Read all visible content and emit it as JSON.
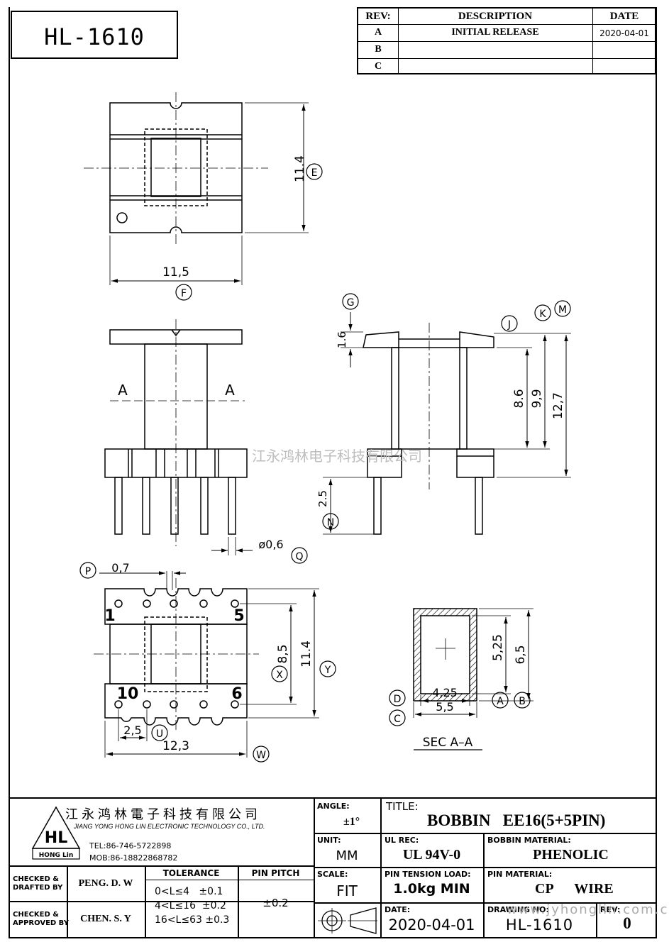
{
  "part_no": "HL-1610",
  "revision_table": {
    "headers": [
      "REV:",
      "DESCRIPTION",
      "DATE"
    ],
    "rows": [
      {
        "rev": "A",
        "description": "INITIAL  RELEASE",
        "date": "2020-04-01"
      },
      {
        "rev": "B",
        "description": "",
        "date": ""
      },
      {
        "rev": "C",
        "description": "",
        "date": ""
      }
    ]
  },
  "drawing": {
    "top_view": {
      "height_dim": "11.4",
      "height_ref": "E",
      "width_dim": "11,5",
      "width_ref": "F"
    },
    "side_view": {
      "section_left": "A",
      "section_right": "A",
      "pin_dia": "ø0,6",
      "pin_ref": "Q"
    },
    "front_view": {
      "g_dim": "1.6",
      "g_ref": "G",
      "j_ref": "J",
      "k_ref": "K",
      "m_ref": "M",
      "d1": "8.6",
      "d2": "9,9",
      "d3": "12,7",
      "pin_len": "2.5",
      "n_ref": "N"
    },
    "bottom_view": {
      "p_ref": "P",
      "p_dim": "0,7",
      "pin1": "1",
      "pin5": "5",
      "pin10": "10",
      "pin6": "6",
      "x_ref": "X",
      "x_dim": "8,5",
      "y_dim": "11.4",
      "y_ref": "Y",
      "u_dim": "2,5",
      "u_ref": "U",
      "w_dim": "12,3",
      "w_ref": "W"
    },
    "section": {
      "d1": "5,25",
      "d2": "6,5",
      "w1": "4,25",
      "w2": "5,5",
      "a_ref": "A",
      "b_ref": "B",
      "c_ref": "C",
      "d_ref": "D",
      "label": "SEC  A–A"
    },
    "watermark": "江永鸿林电子科技有限公司"
  },
  "title_block": {
    "company_cn": "江永鸿林電子科技有限公司",
    "company_en": "JIANG YONG HONG LIN ELECTRONIC TECHNOLOGY CO., LTD.",
    "logo_text": "HL",
    "logo_sub": "HONG Lin",
    "tel": "TEL:86-746-5722898",
    "mob": "MOB:86-18822868782",
    "angle_label": "ANGLE:",
    "angle_value": "±1°",
    "title_label": "TITLE:",
    "title_value": "BOBBIN   EE16(5+5PIN)",
    "unit_label": "UNIT:",
    "unit_value": "MM",
    "ul_label": "UL REC:",
    "ul_value": "UL 94V-0",
    "material_label": "BOBBIN MATERIAL:",
    "material_value": "PHENOLIC",
    "drafted_label": "CHECKED &\nDRAFTED BY",
    "drafted_value": "PENG. D. W",
    "approved_label": "CHECKED &\nAPPROVED BY",
    "approved_value": "CHEN. S. Y",
    "tolerance_label": "TOLERANCE",
    "tolerances": [
      "0<L≤4   ±0.1",
      "4<L≤16  ±0.2",
      "16<L≤63 ±0.3"
    ],
    "pin_pitch_label": "PIN PITCH",
    "pin_pitch_value": "±0.2",
    "scale_label": "SCALE:",
    "scale_value": "FIT",
    "tension_label": "PIN TENSION LOAD:",
    "tension_value": "1.0kg MIN",
    "pin_material_label": "PIN MATERIAL:",
    "pin_material_value": "CP      WIRE",
    "date_label": "DATE:",
    "date_value": "2020-04-01",
    "drawing_no_label": "DRAWING NO:",
    "drawing_no_value": "HL-1610",
    "rev_label": "REV:",
    "rev_value": "0",
    "web_watermark": "www.jyhonglin.com.cn"
  }
}
